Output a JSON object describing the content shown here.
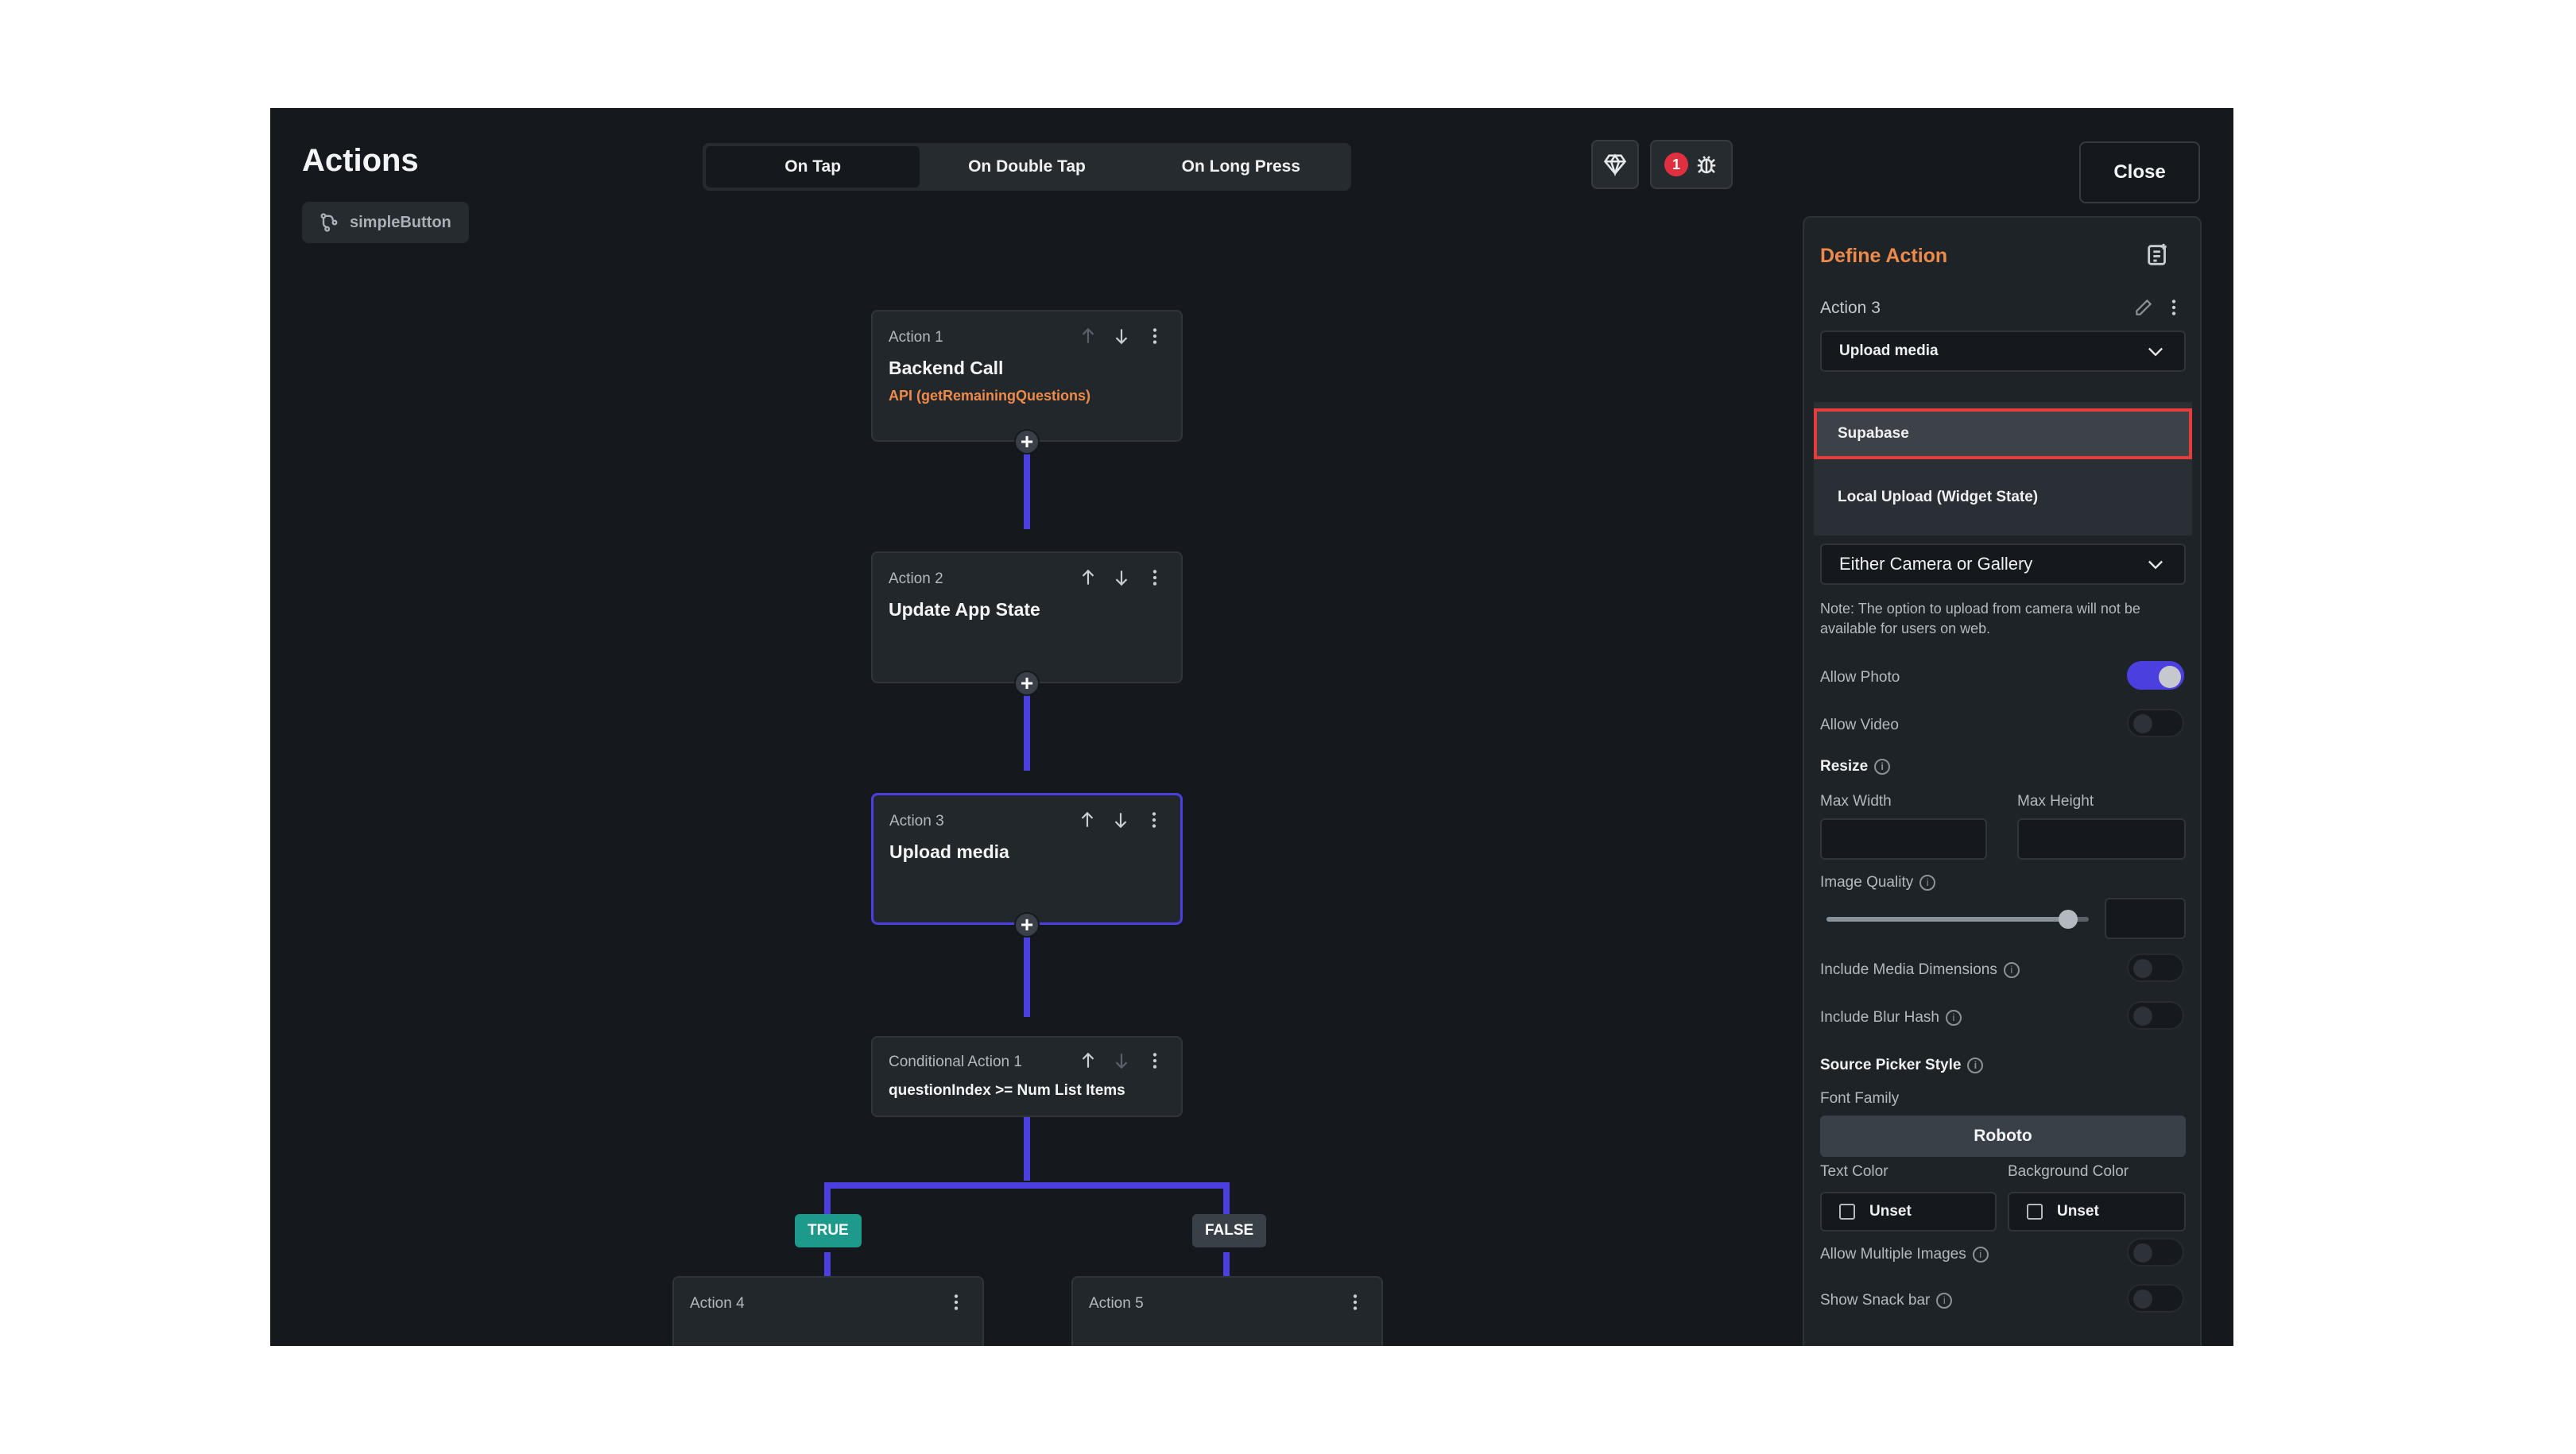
{
  "header": {
    "title": "Actions",
    "widget_name": "simpleButton",
    "tabs": [
      {
        "label": "On Tap",
        "active": true
      },
      {
        "label": "On Double Tap",
        "active": false
      },
      {
        "label": "On Long Press",
        "active": false
      }
    ],
    "error_count": "1",
    "close_label": "Close"
  },
  "flow": {
    "action1": {
      "sub": "Action 1",
      "main": "Backend Call",
      "detail": "API (getRemainingQuestions)"
    },
    "action2": {
      "sub": "Action 2",
      "main": "Update App State"
    },
    "action3": {
      "sub": "Action 3",
      "main": "Upload media"
    },
    "conditional": {
      "sub": "Conditional Action 1",
      "main": "questionIndex  >=  Num List Items"
    },
    "true_label": "TRUE",
    "false_label": "FALSE",
    "action4": {
      "sub": "Action 4"
    },
    "action5": {
      "sub": "Action 5"
    }
  },
  "panel": {
    "title": "Define Action",
    "action_name": "Action 3",
    "action_type": "Upload media",
    "menu_items": [
      "Supabase",
      "Local Upload (Widget State)"
    ],
    "source": "Either Camera or Gallery",
    "note": "Note: The option to upload from camera will not be available for users on web.",
    "allow_photo": "Allow Photo",
    "allow_video": "Allow Video",
    "resize": "Resize",
    "max_width": "Max Width",
    "max_height": "Max Height",
    "image_quality": "Image Quality",
    "image_quality_value": 0.92,
    "include_media_dimensions": "Include Media Dimensions",
    "include_blur_hash": "Include Blur Hash",
    "source_picker_style": "Source Picker Style",
    "font_family_label": "Font Family",
    "font_family_value": "Roboto",
    "text_color_label": "Text Color",
    "background_color_label": "Background Color",
    "text_color_value": "Unset",
    "background_color_value": "Unset",
    "allow_multiple_images": "Allow Multiple Images",
    "show_snack_bar": "Show Snack bar"
  },
  "colors": {
    "accent": "#4c3fe0",
    "orange": "#f08a4b",
    "true_green": "#1d9a8a",
    "error_red": "#e0303f"
  }
}
